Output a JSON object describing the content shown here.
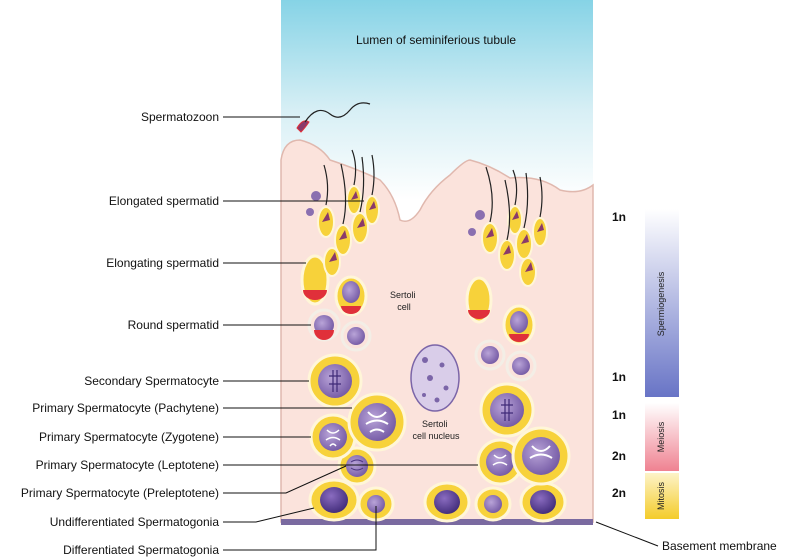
{
  "lumen_label": "Lumen of seminiferious tubule",
  "sertoli_cell_label": [
    "Sertoli",
    "cell"
  ],
  "sertoli_nucleus_label": [
    "Sertoli",
    "cell nucleus"
  ],
  "basement_membrane_label": "Basement membrane",
  "cell_labels": [
    "Spermatozoon",
    "Elongated spermatid",
    "Elongating spermatid",
    "Round spermatid",
    "Secondary Spermatocyte",
    "Primary Spermatocyte (Pachytene)",
    "Primary Spermatocyte (Zygotene)",
    "Primary Spermatocyte (Leptotene)",
    "Primary Spermatocyte (Preleptotene)",
    "Undifferentiated Spermatogonia",
    "Differentiated Spermatogonia"
  ],
  "phases": [
    {
      "name": "Spermiogenesis",
      "top_ploidy": "1n",
      "bottom_ploidy": "1n"
    },
    {
      "name": "Meiosis",
      "top_ploidy": "1n",
      "bottom_ploidy": "2n"
    },
    {
      "name": "Mitosis",
      "top_ploidy": "2n",
      "bottom_ploidy": ""
    }
  ],
  "colors": {
    "lumen_top": "#8dd6e8",
    "sertoli_fill": "#fbe3dc",
    "membrane": "#7a6aa0",
    "cell_yellow": "#f7d23a",
    "nucleus_purple": "#8a6fb0",
    "acrosome_red": "#e0303a",
    "spermiogenesis_bar": "#6a78c8",
    "meiosis_bar": "#f08a96",
    "mitosis_bar": "#f6d23a"
  }
}
